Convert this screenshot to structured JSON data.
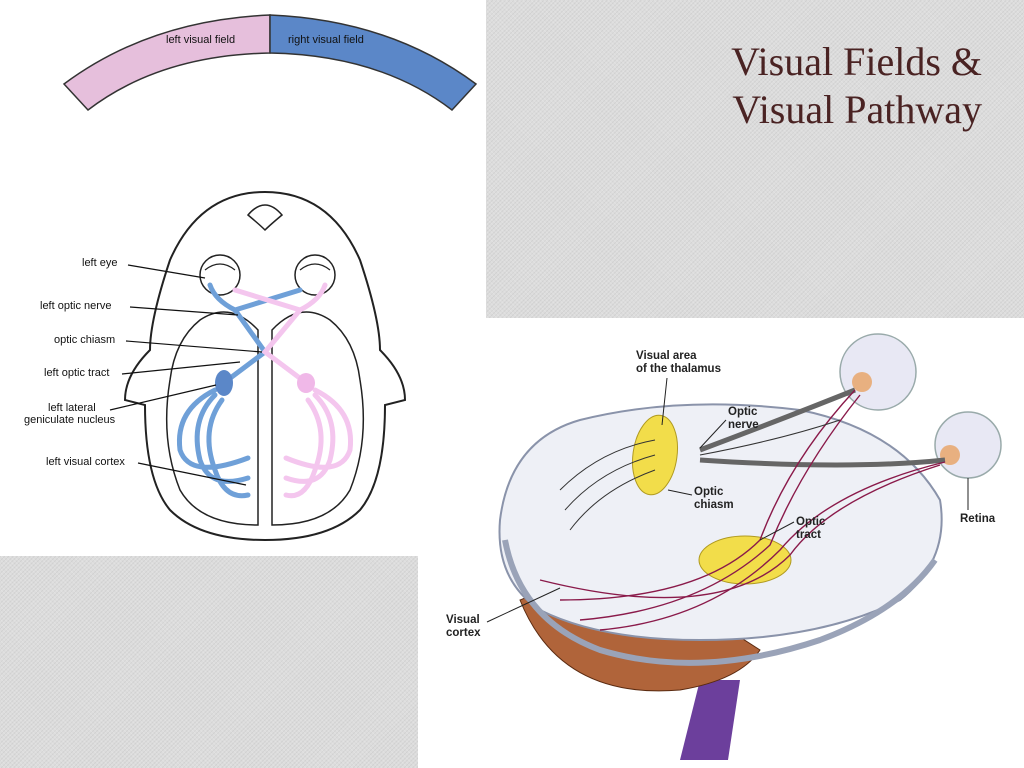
{
  "slide": {
    "title_line1": "Visual Fields &",
    "title_line2": "Visual Pathway"
  },
  "fields": {
    "left_label": "left visual field",
    "right_label": "right visual field",
    "left_color": "#e6bfdc",
    "right_color": "#5b87c8"
  },
  "head_diagram": {
    "labels": {
      "left_eye": "left eye",
      "left_optic_nerve": "left optic nerve",
      "optic_chiasm": "optic chiasm",
      "left_optic_tract": "left optic tract",
      "left_lateral_1": "left lateral",
      "left_lateral_2": "geniculate nucleus",
      "left_visual_cortex": "left visual cortex"
    },
    "left_path_color": "#6fa0d8",
    "right_path_color": "#f4c6ee"
  },
  "brain_diagram": {
    "labels": {
      "visual_area_1": "Visual area",
      "visual_area_2": "of the thalamus",
      "optic_nerve_1": "Optic",
      "optic_nerve_2": "nerve",
      "optic_chiasm_1": "Optic",
      "optic_chiasm_2": "chiasm",
      "optic_tract_1": "Optic",
      "optic_tract_2": "tract",
      "retina": "Retina",
      "visual_cortex_1": "Visual",
      "visual_cortex_2": "cortex"
    },
    "thalamus_color": "#f2dd4a",
    "pathway_color": "#8a1a4a"
  }
}
